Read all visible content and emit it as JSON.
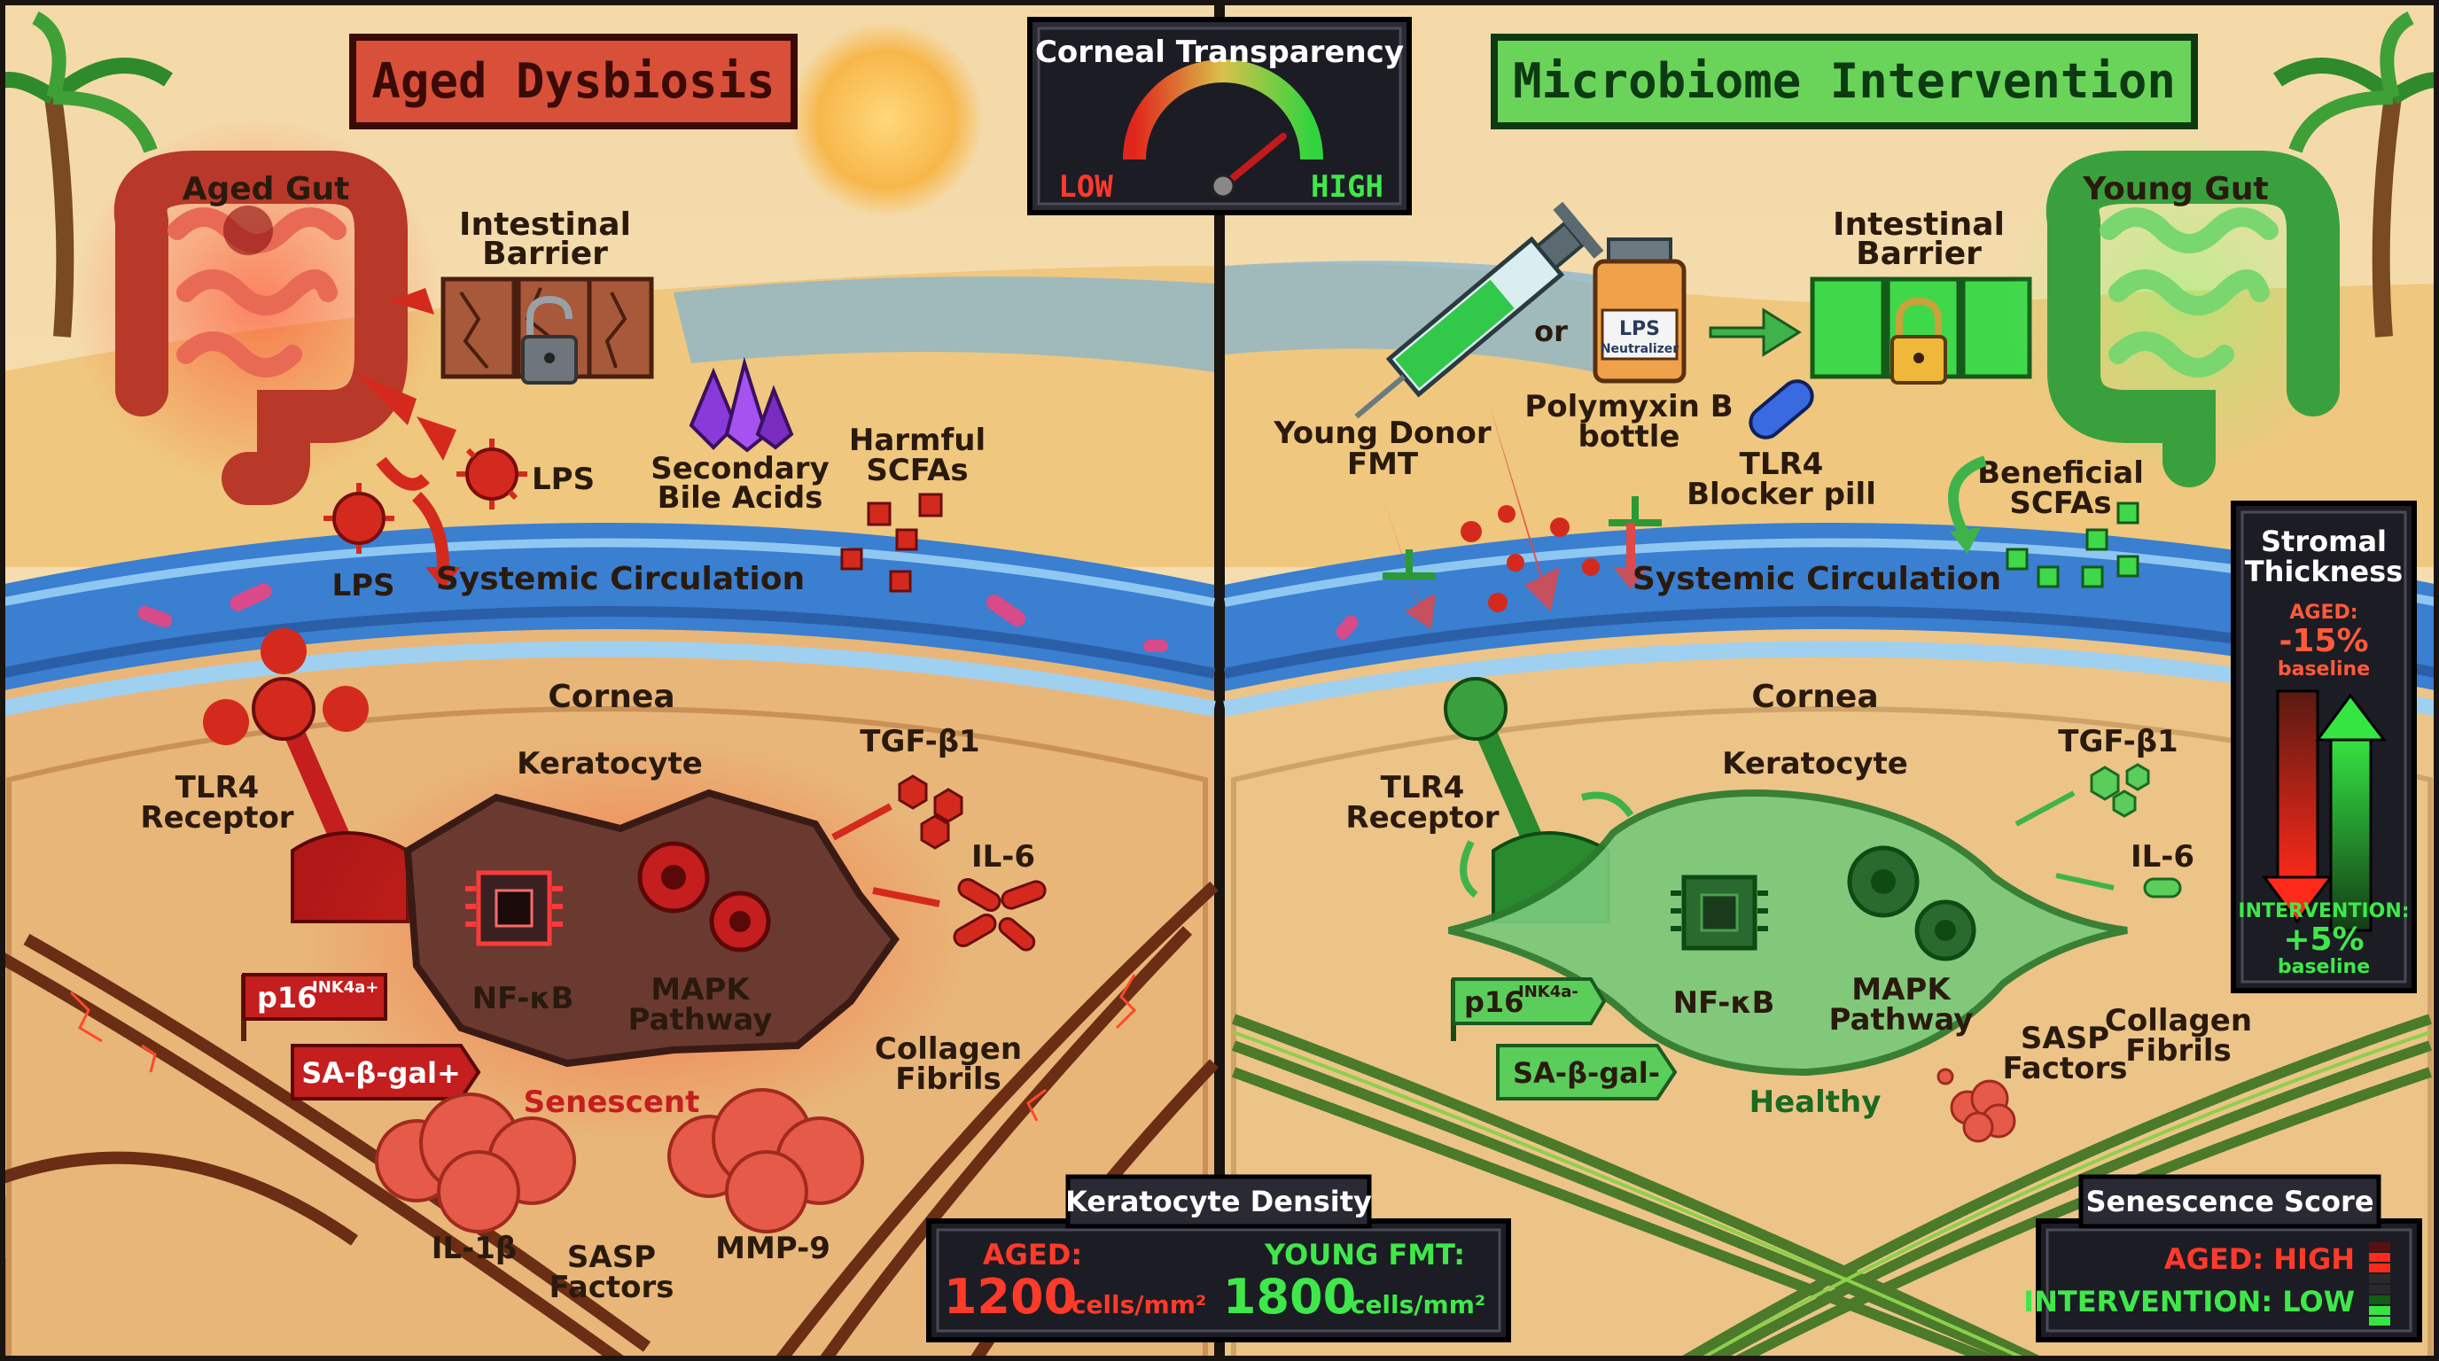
{
  "left_panel": {
    "title": "Aged Dysbiosis",
    "gut_label": "Aged Gut",
    "barrier_label_1": "Intestinal",
    "barrier_label_2": "Barrier",
    "lps_label_1": "LPS",
    "lps_label_2": "LPS",
    "bile_label_1": "Secondary",
    "bile_label_2": "Bile Acids",
    "scfa_label_1": "Harmful",
    "scfa_label_2": "SCFAs",
    "circulation_label": "Systemic Circulation",
    "cornea_label": "Cornea",
    "tlr4_label_1": "TLR4",
    "tlr4_label_2": "Receptor",
    "keratocyte_label": "Keratocyte",
    "tgf_label": "TGF-β1",
    "il6_label": "IL-6",
    "p16_label": "p16",
    "p16_sup": "INK4a+",
    "sabgal_label": "SA-β-gal+",
    "nfkb_label": "NF-κB",
    "mapk_label_1": "MAPK",
    "mapk_label_2": "Pathway",
    "senescent_label": "Senescent",
    "collagen_label_1": "Collagen",
    "collagen_label_2": "Fibrils",
    "il1b_label": "IL-1β",
    "sasp_label_1": "SASP",
    "sasp_label_2": "Factors",
    "mmp9_label": "MMP-9"
  },
  "right_panel": {
    "title": "Microbiome Intervention",
    "or_label": "or",
    "bottle_label_1": "LPS",
    "bottle_label_2": "Neutralizer",
    "gut_label": "Young Gut",
    "barrier_label_1": "Intestinal",
    "barrier_label_2": "Barrier",
    "fmt_label_1": "Young Donor",
    "fmt_label_2": "FMT",
    "polymyxin_label_1": "Polymyxin B",
    "polymyxin_label_2": "bottle",
    "tlr4_blocker_label_1": "TLR4",
    "tlr4_blocker_label_2": "Blocker pill",
    "scfa_label_1": "Beneficial",
    "scfa_label_2": "SCFAs",
    "circulation_label": "Systemic Circulation",
    "cornea_label": "Cornea",
    "tlr4_label_1": "TLR4",
    "tlr4_label_2": "Receptor",
    "keratocyte_label": "Keratocyte",
    "tgf_label": "TGF-β1",
    "il6_label": "IL-6",
    "p16_label": "p16",
    "p16_sup": "INK4a-",
    "sabgal_label": "SA-β-gal-",
    "nfkb_label": "NF-κB",
    "mapk_label_1": "MAPK",
    "mapk_label_2": "Pathway",
    "sasp_label_1": "SASP",
    "sasp_label_2": "Factors",
    "collagen_label_1": "Collagen",
    "collagen_label_2": "Fibrils",
    "healthy_label": "Healthy"
  },
  "transparency_gauge": {
    "title": "Corneal Transparency",
    "low_label": "LOW",
    "high_label": "HIGH",
    "level": 0.78
  },
  "stromal_thickness": {
    "title_1": "Stromal",
    "title_2": "Thickness",
    "aged_label": "AGED:",
    "aged_value": "-15%",
    "aged_unit": "baseline",
    "intervention_label": "INTERVENTION:",
    "intervention_value": "+5%",
    "intervention_unit": "baseline"
  },
  "keratocyte_density": {
    "title": "Keratocyte Density",
    "aged_label": "AGED:",
    "aged_value": "1200",
    "aged_unit": "cells/mm²",
    "fmt_label": "YOUNG FMT:",
    "fmt_value": "1800",
    "fmt_unit": "cells/mm²"
  },
  "senescence_score": {
    "title": "Senescence Score",
    "aged_line": "AGED: HIGH",
    "intervention_line": "INTERVENTION: LOW"
  },
  "colors": {
    "aged_red": "#d42a1e",
    "healthy_green": "#3fb34a",
    "vessel_blue": "#3a7fd0",
    "sand": "#eec27a"
  }
}
